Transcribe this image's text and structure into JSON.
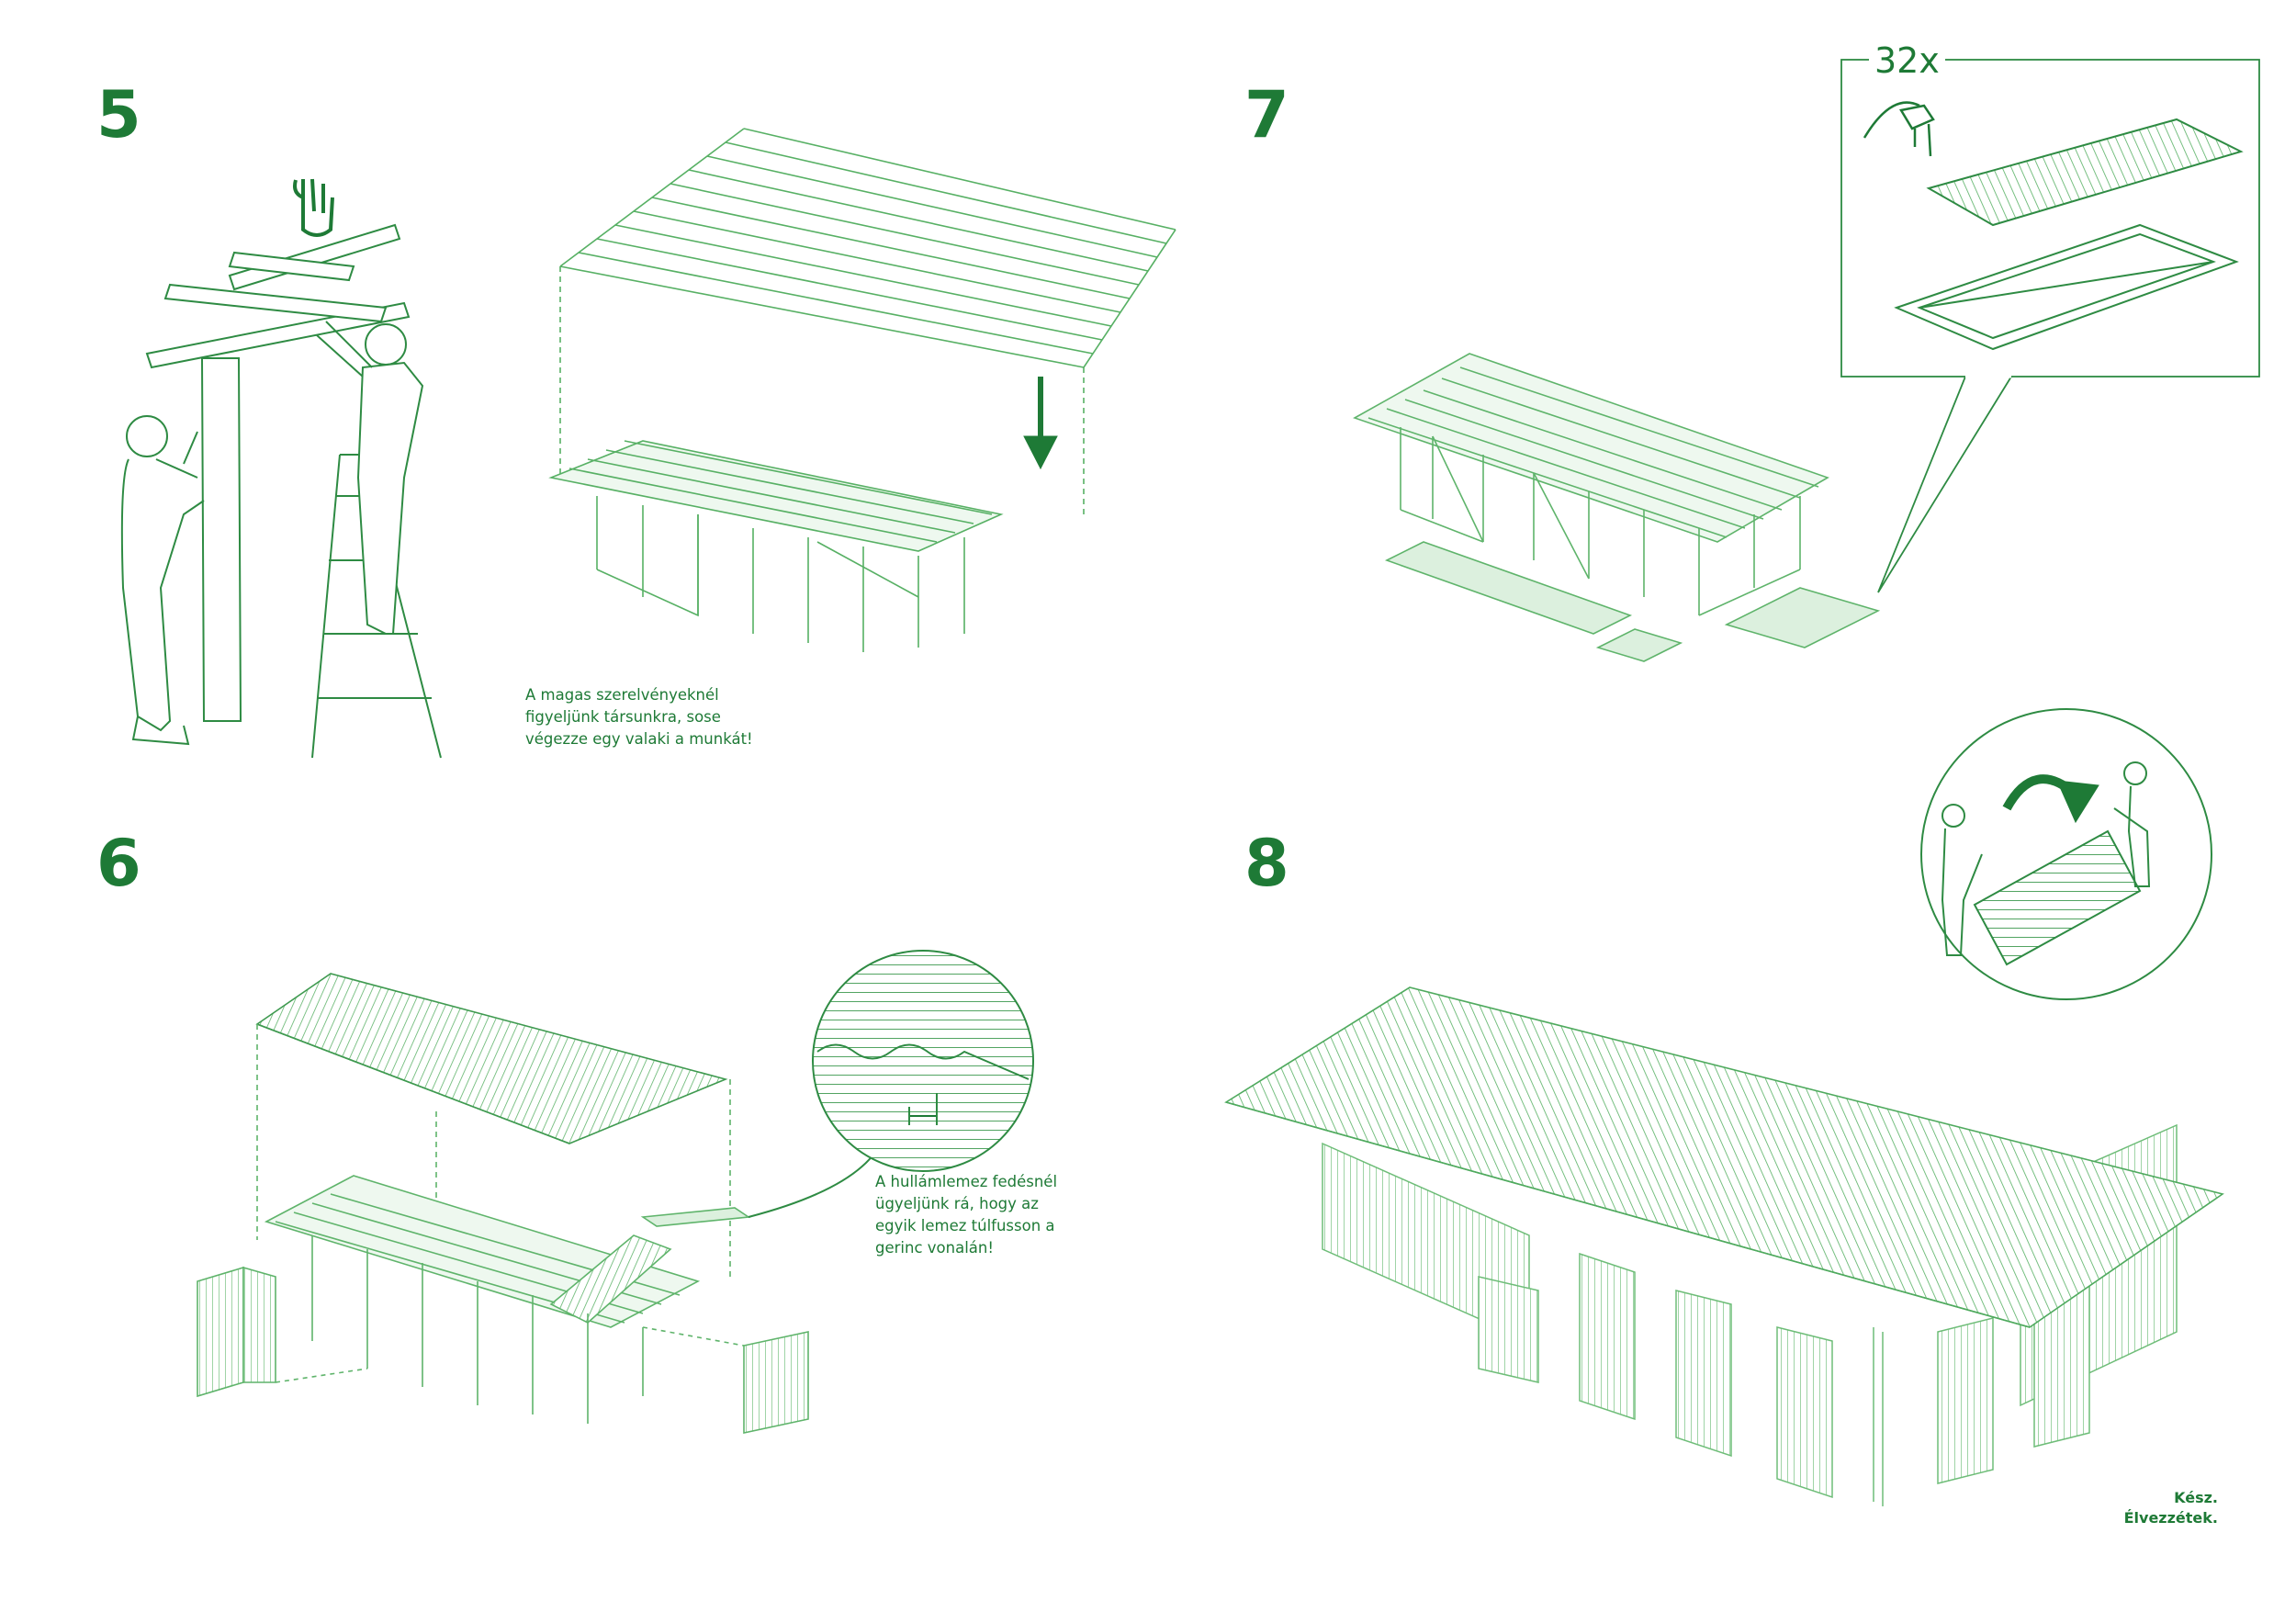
{
  "colors": {
    "accent": "#1e7a36",
    "line": "#4faa5e",
    "light": "#8fcf98",
    "fill": "#dcf0de"
  },
  "steps": [
    {
      "number": "5",
      "note_lines": [
        "A magas szerelvényeknél",
        "figyeljünk társunkra, sose",
        "végezze egy valaki a munkát!"
      ]
    },
    {
      "number": "6",
      "note_lines": [
        "A hullámlemez fedésnél",
        "ügyeljünk rá, hogy az",
        "egyik lemez túlfusson a",
        "gerinc vonalán!"
      ]
    },
    {
      "number": "7",
      "count_label": "32x"
    },
    {
      "number": "8",
      "closing_lines": [
        "Kész.",
        "Élvezzétek."
      ]
    }
  ],
  "icons": {
    "hand": "hand-gesture-icon",
    "arrow": "arrow-down-icon",
    "drill": "drill-icon",
    "flip": "flip-arrow-icon"
  }
}
